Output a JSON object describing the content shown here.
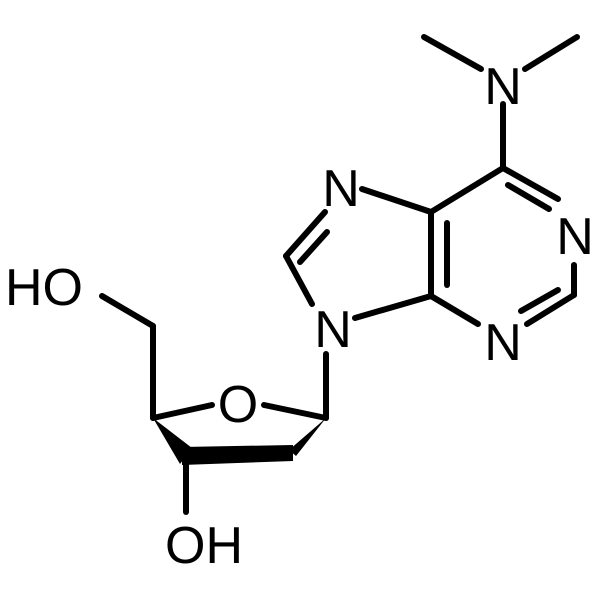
{
  "structure": {
    "atoms": {
      "n_dimethyl": "N",
      "n7": "N",
      "n1": "N",
      "n9": "N",
      "n3": "N",
      "o_ring": "O",
      "ho_5prime": "HO",
      "oh_3prime": "OH"
    }
  },
  "colors": {
    "ink": "#000000",
    "background": "#ffffff"
  }
}
